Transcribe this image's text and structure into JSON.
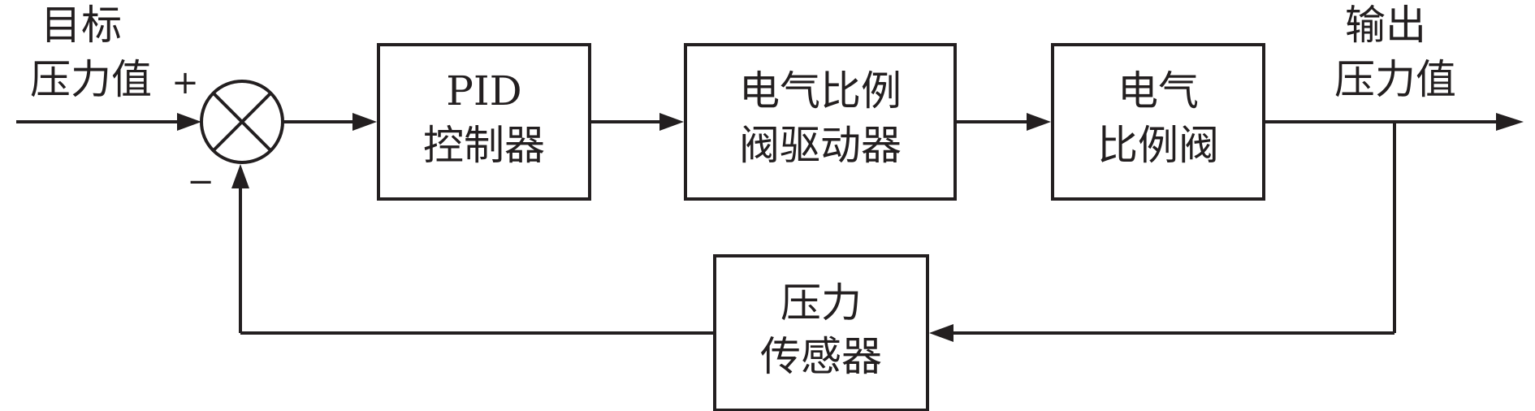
{
  "input": {
    "line1": "目标",
    "line2": "压力值",
    "plus_sign": "+"
  },
  "summing_junction": {
    "minus_sign": "−"
  },
  "blocks": {
    "pid": {
      "line1": "PID",
      "line2": "控制器"
    },
    "driver": {
      "line1": "电气比例",
      "line2": "阀驱动器"
    },
    "valve": {
      "line1": "电气",
      "line2": "比例阀"
    },
    "sensor": {
      "line1": "压力",
      "line2": "传感器"
    }
  },
  "output": {
    "line1": "输出",
    "line2": "压力值"
  },
  "colors": {
    "stroke": "#231f20",
    "background": "#ffffff"
  }
}
